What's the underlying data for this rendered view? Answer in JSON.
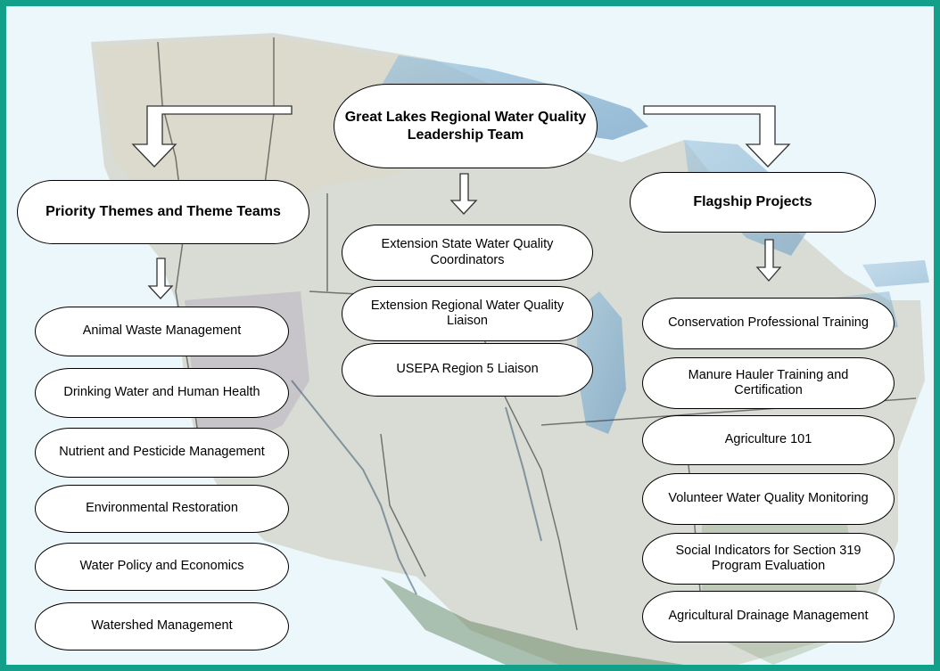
{
  "diagram": {
    "root": "Great Lakes Regional Water Quality Leadership Team",
    "left_column": {
      "header": "Priority Themes and Theme Teams",
      "items": [
        "Animal Waste Management",
        "Drinking Water and Human Health",
        "Nutrient and Pesticide Management",
        "Environmental Restoration",
        "Water Policy and Economics",
        "Watershed Management"
      ]
    },
    "center_column": {
      "items": [
        "Extension State Water Quality Coordinators",
        "Extension Regional Water Quality Liaison",
        "USEPA Region 5 Liaison"
      ]
    },
    "right_column": {
      "header": "Flagship Projects",
      "items": [
        "Conservation Professional Training",
        "Manure Hauler Training and Certification",
        "Agriculture 101",
        "Volunteer Water Quality Monitoring",
        "Social Indicators for Section 319 Program Evaluation",
        "Agricultural Drainage Management"
      ]
    }
  },
  "colors": {
    "border": "#13a08a",
    "panel_background": "#ecf7fb",
    "node_fill": "#ffffff",
    "node_outline": "#000000"
  },
  "icons": [
    "arrow-down-icon",
    "arrow-right-down-icon",
    "arrow-left-down-icon"
  ]
}
